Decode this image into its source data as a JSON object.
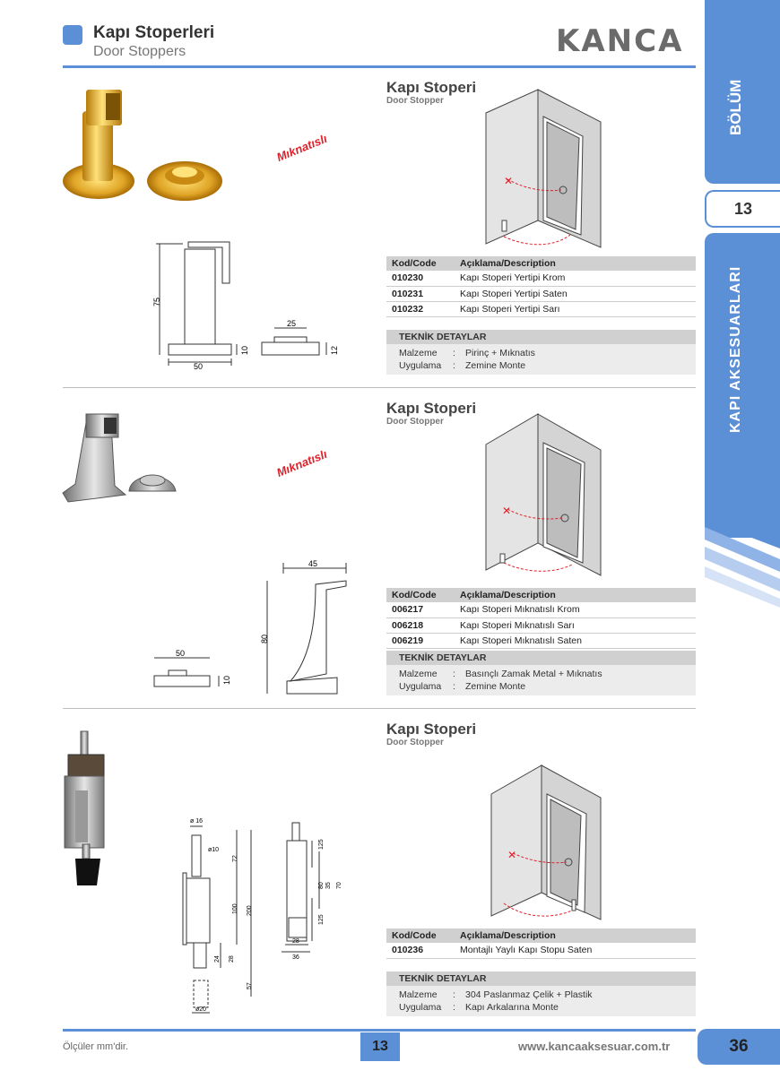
{
  "header": {
    "title": "Kapı Stoperleri",
    "subtitle": "Door Stoppers",
    "brand": "KANCA"
  },
  "side_tab": {
    "section_label": "BÖLÜM",
    "section_number": "13",
    "category_label": "KAPI AKSESUARLARI"
  },
  "table_headers": {
    "code": "Kod/Code",
    "description": "Açıklama/Description"
  },
  "products": [
    {
      "title": "Kapı Stoperi",
      "subtitle": "Door Stopper",
      "badge": "Mıknatıslı",
      "rows": [
        {
          "code": "010230",
          "desc": "Kapı Stoperi Yertipi Krom"
        },
        {
          "code": "010231",
          "desc": "Kapı Stoperi Yertipi Saten"
        },
        {
          "code": "010232",
          "desc": "Kapı Stoperi Yertipi Sarı"
        }
      ],
      "tech_title": "TEKNİK DETAYLAR",
      "material_label": "Malzeme",
      "material": "Pirinç + Mıknatıs",
      "usage_label": "Uygulama",
      "usage": "Zemine Monte",
      "dims": {
        "height": "75",
        "width": "50",
        "base": "10",
        "disk_width": "25",
        "disk_height": "12"
      }
    },
    {
      "title": "Kapı Stoperi",
      "subtitle": "Door Stopper",
      "badge": "Mıknatıslı",
      "rows": [
        {
          "code": "006217",
          "desc": "Kapı Stoperi Mıknatıslı Krom"
        },
        {
          "code": "006218",
          "desc": "Kapı Stoperi Mıknatıslı Sarı"
        },
        {
          "code": "006219",
          "desc": "Kapı Stoperi Mıknatıslı Saten"
        }
      ],
      "tech_title": "TEKNİK DETAYLAR",
      "material_label": "Malzeme",
      "material": "Basınçlı Zamak Metal + Mıknatıs",
      "usage_label": "Uygulama",
      "usage": "Zemine Monte",
      "dims": {
        "top_width": "45",
        "height": "80",
        "disk_width": "50",
        "disk_height": "10"
      }
    },
    {
      "title": "Kapı Stoperi",
      "subtitle": "Door Stopper",
      "rows": [
        {
          "code": "010236",
          "desc": "Montajlı Yaylı Kapı Stopu Saten"
        }
      ],
      "tech_title": "TEKNİK DETAYLAR",
      "material_label": "Malzeme",
      "material": "304 Paslanmaz Çelik + Plastik",
      "usage_label": "Uygulama",
      "usage": "Kapı Arkalarına Monte",
      "dims": {
        "d16": "ø 16",
        "d10": "ø10",
        "l72": "72",
        "l200": "200",
        "l100": "100",
        "l24": "24",
        "l28": "28",
        "l57": "57",
        "d20": "ø20",
        "r125a": "125",
        "r80": "80",
        "r35": "35",
        "r70": "70",
        "r125b": "125",
        "w28": "28",
        "w36": "36"
      }
    }
  ],
  "footer": {
    "note": "Ölçüler mm'dir.",
    "section_number": "13",
    "url": "www.kancaaksesuar.com.tr",
    "page_number": "36"
  },
  "colors": {
    "accent": "#5b8fd6",
    "badge": "#e0202a",
    "gold": "#d9a21b",
    "table_header": "#d0d0d0"
  }
}
